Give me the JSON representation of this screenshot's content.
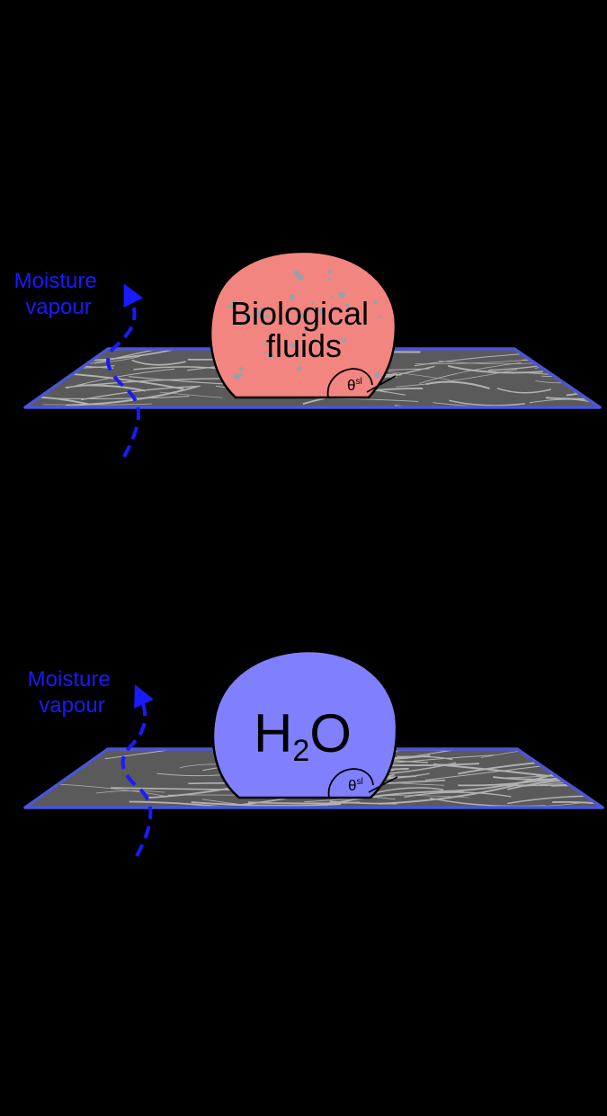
{
  "colors": {
    "background": "#000000",
    "arrow": "#1a1aff",
    "label": "#1a1aff",
    "membrane_edge": "#4a55d8",
    "membrane_fill": "#5a5a5a",
    "membrane_fibre": "#c8c8c8",
    "droplet_bio": "#f38580",
    "droplet_water": "#8080ff",
    "droplet_outline": "#000000",
    "particles": "#9aa0a8"
  },
  "panels": [
    {
      "id": "top",
      "moisture_label_line1": "Moisture",
      "moisture_label_line2": "vapour",
      "droplet_label_line1": "Biological",
      "droplet_label_line2": "fluids",
      "angle_symbol": "θ",
      "angle_superscript": "sl"
    },
    {
      "id": "bottom",
      "moisture_label_line1": "Moisture",
      "moisture_label_line2": "vapour",
      "droplet_label_main": "H",
      "droplet_label_subscript": "2",
      "droplet_label_tail": "O",
      "angle_symbol": "θ",
      "angle_superscript": "sl"
    }
  ]
}
